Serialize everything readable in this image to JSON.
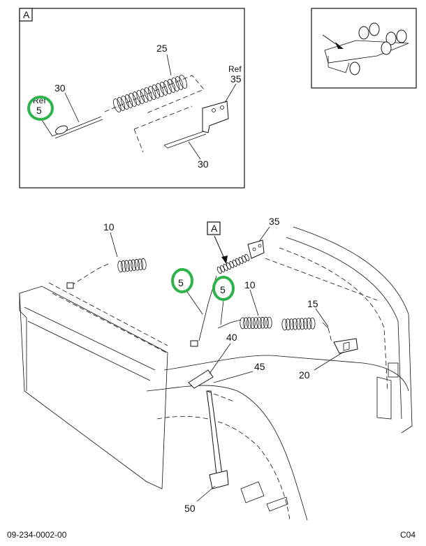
{
  "detail_box": {
    "view_tag": "A",
    "labels": {
      "spring": "25",
      "ref_bracket_ref": "Ref",
      "ref_bracket": "35",
      "rod_upper": "30",
      "rod_lower": "30",
      "ref_rod_ref": "Ref",
      "ref_rod": "5"
    }
  },
  "main": {
    "view_tag": "A",
    "labels": {
      "spring_left": "10",
      "spring_right": "10",
      "bracket": "35",
      "rod_left": "5",
      "rod_right": "5",
      "clip": "15",
      "bracket_lower": "20",
      "strut_top": "40",
      "strut": "45",
      "mount": "50"
    }
  },
  "footer": {
    "drawing_number": "09-234-0002-00",
    "sheet_code": "C04"
  },
  "highlight_color": "#2db34a"
}
